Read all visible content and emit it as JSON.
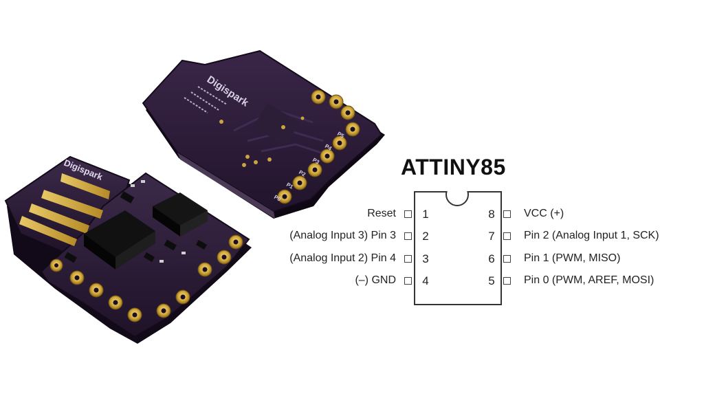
{
  "chip": {
    "title": "ATTINY85"
  },
  "board": {
    "silkscreen_top": "Digispark",
    "silkscreen_bottom": "Digispark",
    "pin_marks": [
      "P5",
      "P4",
      "P3",
      "P2",
      "P1",
      "P0"
    ]
  },
  "pins_left": [
    {
      "label": "Reset",
      "number": "1"
    },
    {
      "label": "(Analog Input 3) Pin 3",
      "number": "2"
    },
    {
      "label": "(Analog Input 2) Pin 4",
      "number": "3"
    },
    {
      "label": "(–) GND",
      "number": "4"
    }
  ],
  "pins_right": [
    {
      "label": "VCC (+)",
      "number": "8"
    },
    {
      "label": "Pin 2 (Analog Input 1, SCK)",
      "number": "7"
    },
    {
      "label": "Pin 1 (PWM, MISO)",
      "number": "6"
    },
    {
      "label": "Pin 0 (PWM, AREF, MOSI)",
      "number": "5"
    }
  ],
  "colors": {
    "pcb": "#2a1a33",
    "pad_gold": "#d4a93a",
    "usb_gold": "#c9a440",
    "chip_black": "#1a1a1a"
  }
}
